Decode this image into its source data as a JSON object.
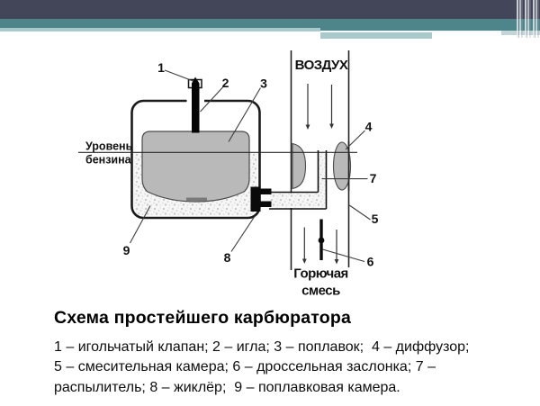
{
  "slide_title": "Схема простейшего карбюратора",
  "caption": {
    "lines": [
      "1 – игольчатый клапан; 2 – игла; 3 – поплавок;  4 – диффузор;",
      "5 – смесительная камера; 6 – дроссельная заслонка; 7 –",
      "распылитель; 8 – жиклёр;  9 – поплавковая камера."
    ]
  },
  "diagram": {
    "labels": {
      "air": "ВОЗДУХ",
      "fuel_level_line1": "Уровень",
      "fuel_level_line2": "бензина",
      "mixture_line1": "Горючая",
      "mixture_line2": "смесь"
    },
    "part_numbers": [
      "1",
      "2",
      "3",
      "4",
      "5",
      "6",
      "7",
      "8",
      "9"
    ],
    "colors": {
      "outline": "#1a1a1a",
      "float_fill": "#b9b9b9",
      "fuel_speckle": "#c9c9c9"
    }
  },
  "header": {
    "colors": {
      "dark_bar": "#434659",
      "teal_bar": "#4d858b",
      "light_teal_bar": "#a9c9cb",
      "white_line": "#f4f8f8"
    }
  }
}
